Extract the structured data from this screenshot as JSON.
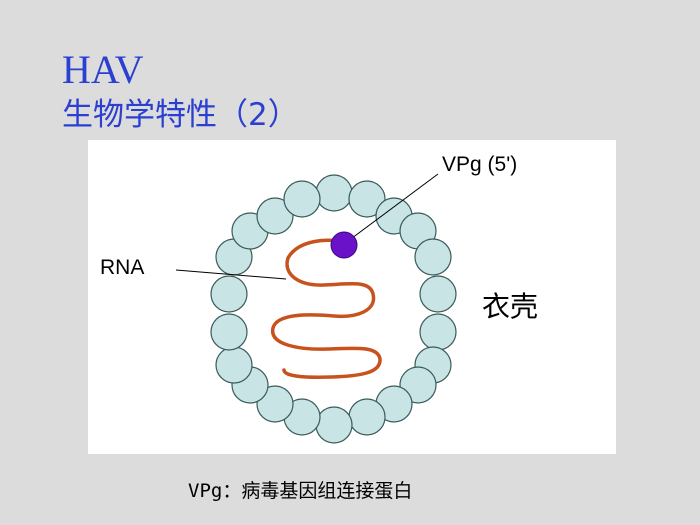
{
  "slide": {
    "title": "HAV",
    "subtitle": "生物学特性（2）",
    "caption": "VPg：病毒基因组连接蛋白"
  },
  "diagram": {
    "labels": {
      "vpg": "VPg (5')",
      "rna": "RNA",
      "capsid": "衣壳"
    },
    "colors": {
      "slide_background": "#dcdcdc",
      "title_text": "#2b3fd1",
      "capsomere_fill": "#c8e4e4",
      "capsomere_stroke": "#3a5a5a",
      "rna_strand": "#c8521c",
      "vpg_fill": "#6a12c8"
    }
  }
}
